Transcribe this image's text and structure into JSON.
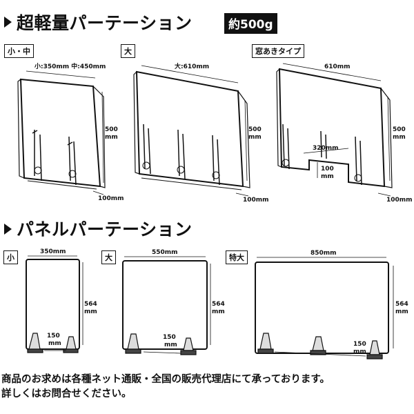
{
  "section1": {
    "title": "超軽量パーテーション",
    "badge": "約500g",
    "panels": [
      {
        "label": "小・中",
        "width": "小:350mm 中:450mm",
        "height_value": "500",
        "height_unit": "mm",
        "depth": "100mm"
      },
      {
        "label": "大",
        "width": "大:610mm",
        "height_value": "500",
        "height_unit": "mm",
        "depth": "100mm"
      },
      {
        "label": "窓あきタイプ",
        "width": "610mm",
        "height_value": "500",
        "height_unit": "mm",
        "depth": "100mm",
        "window_width": "320mm",
        "window_height": "100",
        "window_height_unit": "mm"
      }
    ]
  },
  "section2": {
    "title": "パネルパーテーション",
    "panels": [
      {
        "label": "小",
        "width": "350mm",
        "height_value": "564",
        "height_unit": "mm",
        "foot_value": "150",
        "foot_unit": "mm"
      },
      {
        "label": "大",
        "width": "550mm",
        "height_value": "564",
        "height_unit": "mm",
        "foot_value": "150",
        "foot_unit": "mm"
      },
      {
        "label": "特大",
        "width": "850mm",
        "height_value": "564",
        "height_unit": "mm",
        "foot_value": "150",
        "foot_unit": "mm"
      }
    ]
  },
  "footer": {
    "line1": "商品のお求めは各種ネット通販・全国の販売代理店にて承っております。",
    "line2": "詳しくはお問合せください。"
  }
}
